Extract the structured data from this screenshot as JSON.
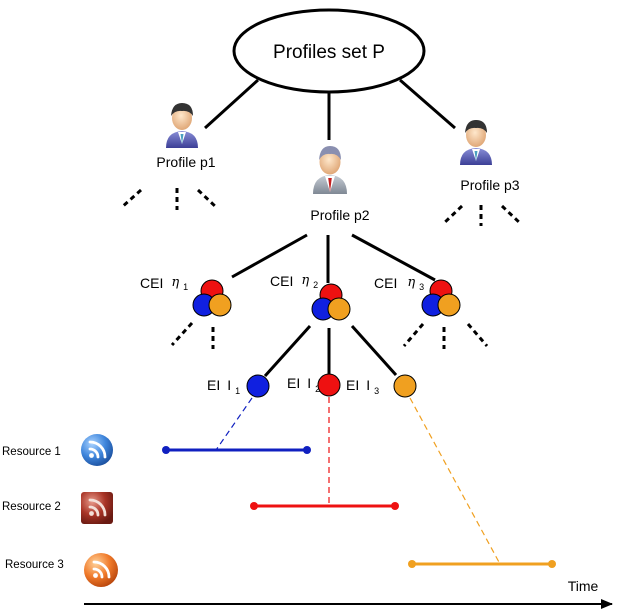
{
  "root": {
    "label": "Profiles set P"
  },
  "profiles": [
    {
      "label": "Profile p1"
    },
    {
      "label": "Profile p2"
    },
    {
      "label": "Profile p3"
    }
  ],
  "ceis": [
    {
      "prefix": "CEI",
      "symbol": "η",
      "sub": "1"
    },
    {
      "prefix": "CEI",
      "symbol": "η",
      "sub": "2"
    },
    {
      "prefix": "CEI",
      "symbol": "η",
      "sub": "3"
    }
  ],
  "eis": [
    {
      "prefix": "EI",
      "symbol": "I",
      "sub": "1",
      "color": "#1020e0"
    },
    {
      "prefix": "EI",
      "symbol": "I",
      "sub": "2",
      "color": "#ee1111"
    },
    {
      "prefix": "EI",
      "symbol": "I",
      "sub": "3",
      "color": "#f0a020"
    }
  ],
  "resources": [
    {
      "label": "Resource 1",
      "icon": "rss-feed-icon",
      "icon_color": "#2f6fc8",
      "line_color": "#1020c0"
    },
    {
      "label": "Resource 2",
      "icon": "rss-feed-icon",
      "icon_color": "#9a2a22",
      "line_color": "#ee1111"
    },
    {
      "label": "Resource 3",
      "icon": "rss-feed-icon",
      "icon_color": "#e8641e",
      "line_color": "#f0a020"
    }
  ],
  "cei_circle_colors": [
    "#ee1111",
    "#1020e0",
    "#f0a020"
  ],
  "time_axis": {
    "label": "Time"
  }
}
